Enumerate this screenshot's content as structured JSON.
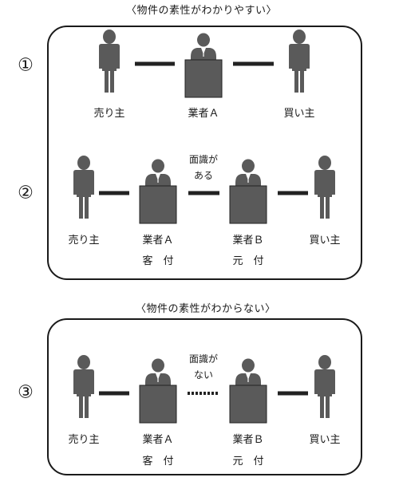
{
  "panel_top": {
    "heading": "〈物件の素性がわかりやすい〉",
    "case1": {
      "number": "①",
      "seller": "売り主",
      "agent": "業者Ａ",
      "buyer": "買い主"
    },
    "case2": {
      "number": "②",
      "seller": "売り主",
      "agent_a": "業者Ａ",
      "agent_a_role": "客　付",
      "note_line1": "面識が",
      "note_line2": "ある",
      "agent_b": "業者Ｂ",
      "agent_b_role": "元　付",
      "buyer": "買い主"
    }
  },
  "panel_bottom": {
    "heading": "〈物件の素性がわからない〉",
    "case3": {
      "number": "③",
      "seller": "売り主",
      "agent_a": "業者Ａ",
      "agent_a_role": "客　付",
      "note_line1": "面識が",
      "note_line2": "ない",
      "agent_b": "業者Ｂ",
      "agent_b_role": "元　付",
      "buyer": "買い主"
    }
  },
  "colors": {
    "figure": "#5a5a5a",
    "line": "#222222",
    "border": "#1a1a1a"
  }
}
